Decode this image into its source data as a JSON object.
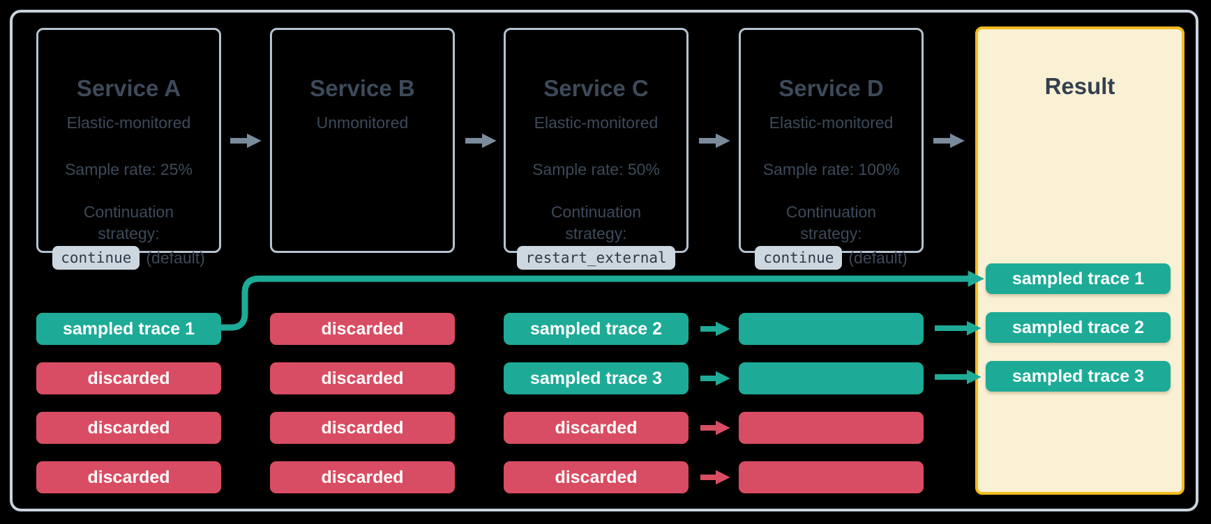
{
  "colors": {
    "background": "#000000",
    "frame_border": "#C9D3DC",
    "service_box_border": "#B6C3CF",
    "text_slate": "#3D4A59",
    "code_chip_bg": "#CDD7E0",
    "code_chip_text": "#2E3A47",
    "flow_arrow_gray": "#7A8B9C",
    "sampled_teal": "#1DAB97",
    "discarded_red": "#D84D63",
    "result_bg": "#FAF0D4",
    "result_border": "#F5BB1E"
  },
  "services": [
    {
      "title": "Service A",
      "monitoring": "Elastic-monitored",
      "sample_rate": "Sample rate: 25%",
      "strategy_label": "Continuation strategy:",
      "strategy_code": "continue",
      "strategy_suffix": "(default)"
    },
    {
      "title": "Service B",
      "monitoring": "Unmonitored"
    },
    {
      "title": "Service C",
      "monitoring": "Elastic-monitored",
      "sample_rate": "Sample rate: 50%",
      "strategy_label": "Continuation strategy:",
      "strategy_code": "restart_external",
      "strategy_suffix": ""
    },
    {
      "title": "Service D",
      "monitoring": "Elastic-monitored",
      "sample_rate": "Sample rate: 100%",
      "strategy_label": "Continuation strategy:",
      "strategy_code": "continue",
      "strategy_suffix": "(default)"
    }
  ],
  "trace_columns": [
    {
      "service": "Service A",
      "chips": [
        {
          "label": "sampled trace 1",
          "kind": "sampled"
        },
        {
          "label": "discarded",
          "kind": "discarded"
        },
        {
          "label": "discarded",
          "kind": "discarded"
        },
        {
          "label": "discarded",
          "kind": "discarded"
        }
      ]
    },
    {
      "service": "Service B",
      "chips": [
        {
          "label": "discarded",
          "kind": "discarded"
        },
        {
          "label": "discarded",
          "kind": "discarded"
        },
        {
          "label": "discarded",
          "kind": "discarded"
        },
        {
          "label": "discarded",
          "kind": "discarded"
        }
      ]
    },
    {
      "service": "Service C",
      "chips": [
        {
          "label": "sampled trace 2",
          "kind": "sampled"
        },
        {
          "label": "sampled trace 3",
          "kind": "sampled"
        },
        {
          "label": "discarded",
          "kind": "discarded"
        },
        {
          "label": "discarded",
          "kind": "discarded"
        }
      ]
    },
    {
      "service": "Service D",
      "chips": [
        {
          "label": "",
          "kind": "sampled"
        },
        {
          "label": "",
          "kind": "sampled"
        },
        {
          "label": "",
          "kind": "discarded"
        },
        {
          "label": "",
          "kind": "discarded"
        }
      ]
    }
  ],
  "result": {
    "title": "Result",
    "chips": [
      "sampled trace 1",
      "sampled trace 2",
      "sampled trace 3"
    ]
  }
}
